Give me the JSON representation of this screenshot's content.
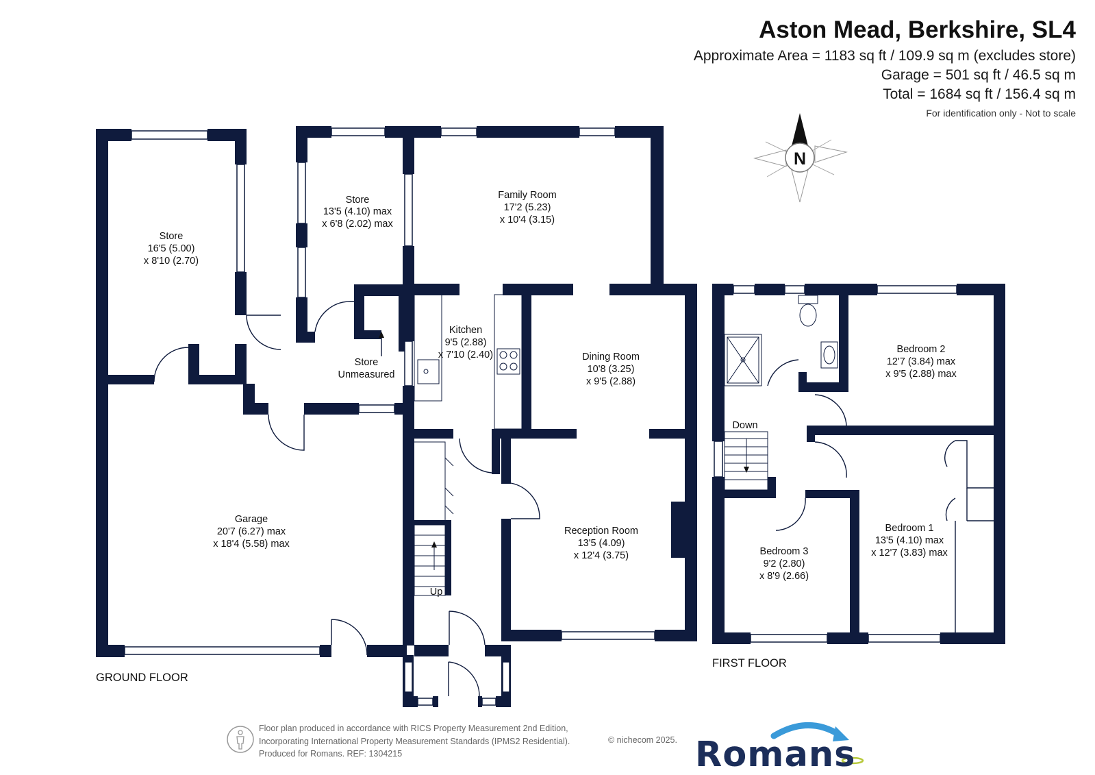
{
  "header": {
    "title": "Aston Mead, Berkshire, SL4",
    "approx_area": "Approximate Area = 1183 sq ft / 109.9 sq m (excludes store)",
    "garage_area": "Garage = 501 sq ft / 46.5 sq m",
    "total_area": "Total = 1684 sq ft / 156.4 sq m",
    "disclaimer": "For identification only - Not to scale"
  },
  "compass": {
    "label": "N"
  },
  "ground_floor": {
    "label": "GROUND FLOOR",
    "rooms": {
      "store_left": {
        "name": "Store",
        "dim1": "16'5 (5.00)",
        "dim2": "x 8'10 (2.70)"
      },
      "store_top": {
        "name": "Store",
        "dim1": "13'5 (4.10) max",
        "dim2": "x 6'8 (2.02) max"
      },
      "family_room": {
        "name": "Family Room",
        "dim1": "17'2 (5.23)",
        "dim2": "x 10'4 (3.15)"
      },
      "kitchen": {
        "name": "Kitchen",
        "dim1": "9'5 (2.88)",
        "dim2": "x 7'10 (2.40)"
      },
      "store_unmeasured": {
        "name": "Store",
        "dim1": "Unmeasured"
      },
      "dining_room": {
        "name": "Dining Room",
        "dim1": "10'8 (3.25)",
        "dim2": "x 9'5 (2.88)"
      },
      "garage": {
        "name": "Garage",
        "dim1": "20'7 (6.27) max",
        "dim2": "x 18'4 (5.58) max"
      },
      "reception_room": {
        "name": "Reception Room",
        "dim1": "13'5 (4.09)",
        "dim2": "x 12'4 (3.75)"
      }
    },
    "stairs_label": "Up"
  },
  "first_floor": {
    "label": "FIRST FLOOR",
    "rooms": {
      "bedroom2": {
        "name": "Bedroom 2",
        "dim1": "12'7 (3.84) max",
        "dim2": "x 9'5 (2.88) max"
      },
      "bedroom1": {
        "name": "Bedroom 1",
        "dim1": "13'5 (4.10) max",
        "dim2": "x 12'7 (3.83) max"
      },
      "bedroom3": {
        "name": "Bedroom 3",
        "dim1": "9'2 (2.80)",
        "dim2": "x 8'9 (2.66)"
      }
    },
    "stairs_label": "Down"
  },
  "footer": {
    "line1": "Floor plan produced in accordance with RICS Property Measurement 2nd Edition,",
    "line2": "Incorporating International Property Measurement Standards (IPMS2 Residential).",
    "line3": "Produced for Romans.   REF: 1304215",
    "copyright": "© nichecom 2025.",
    "brand": "Romans"
  },
  "colors": {
    "wall": "#0f1b3d",
    "brand": "#1c2e5a",
    "brand_accent": "#3a9ad9"
  }
}
